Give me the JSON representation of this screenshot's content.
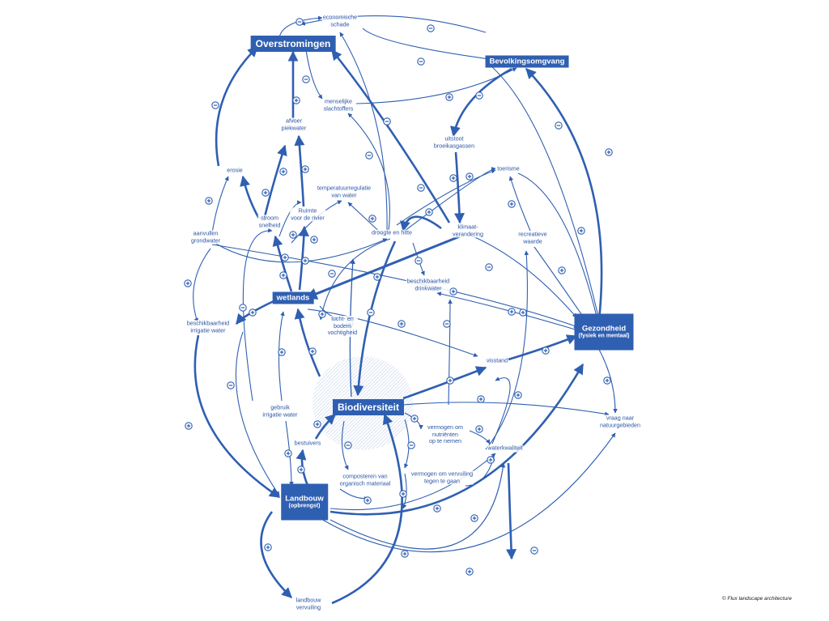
{
  "diagram": {
    "accent_color": "#2f5fb1",
    "light_color": "#4f77c2",
    "nodes": {
      "overstromingen": "Overstromingen",
      "bevolkingsomgvang": "Bevolkingsomgvang",
      "gezondheid": "Gezondheid",
      "gezondheid_sub": "(fysiek en mentaal)",
      "wetlands": "wetlands",
      "biodiversiteit": "Biodiversiteit",
      "landbouw": "Landbouw",
      "landbouw_sub": "(opbrengst)",
      "economische_schade": "economische\nschade",
      "menselijke_slachtoffers": "menselijke\nslachtoffers",
      "afvoer_piekwater": "afvoer\npiekwater",
      "erosie": "erosie",
      "stroomsnelheid": "stroom\nsnelheid",
      "ruimte_rivier": "Ruimte\nvoor de rivier",
      "temperatuurregulatie": "temperatuurregulatie\nvan water",
      "droogte_hitte": "droogte en hitte",
      "klimaatverandering": "klimaat-\nverandering",
      "uitstoot": "uitstoot\nbroeikasgassen",
      "toerisme": "toerisme",
      "recreatieve_waarde": "recreatieve\nwaarde",
      "aanvullen_grondwater": "aanvullen\ngrondwater",
      "beschikbaarheid_drinkwater": "beschikbaarheid\ndrinkwater",
      "lucht_bodem": "lucht- en\nbodem\nvochtigheid",
      "beschikbaarheid_irrigatie": "beschikbaarheid\nirrigatie water",
      "visstand": "visstand",
      "vraag_natuurgebieden": "vraag naar\nnatuurgebieden",
      "gebruik_irrigatie": "gebruik\nirrigatie water",
      "vermogen_nutrienten": "vermogen om\nnutriënten\nop te nemen",
      "waterkwaliteit": "waterkwaliteit",
      "bestuivers": "bestuivers",
      "composteren": "composteren van\norganisch materiaal",
      "vermogen_vervuiling": "vermogen om vervuiling\ntegen te gaan",
      "landbouw_vervuiling": "landbouw\nvervuiling"
    },
    "credit": "© Flux landscape architecture"
  }
}
